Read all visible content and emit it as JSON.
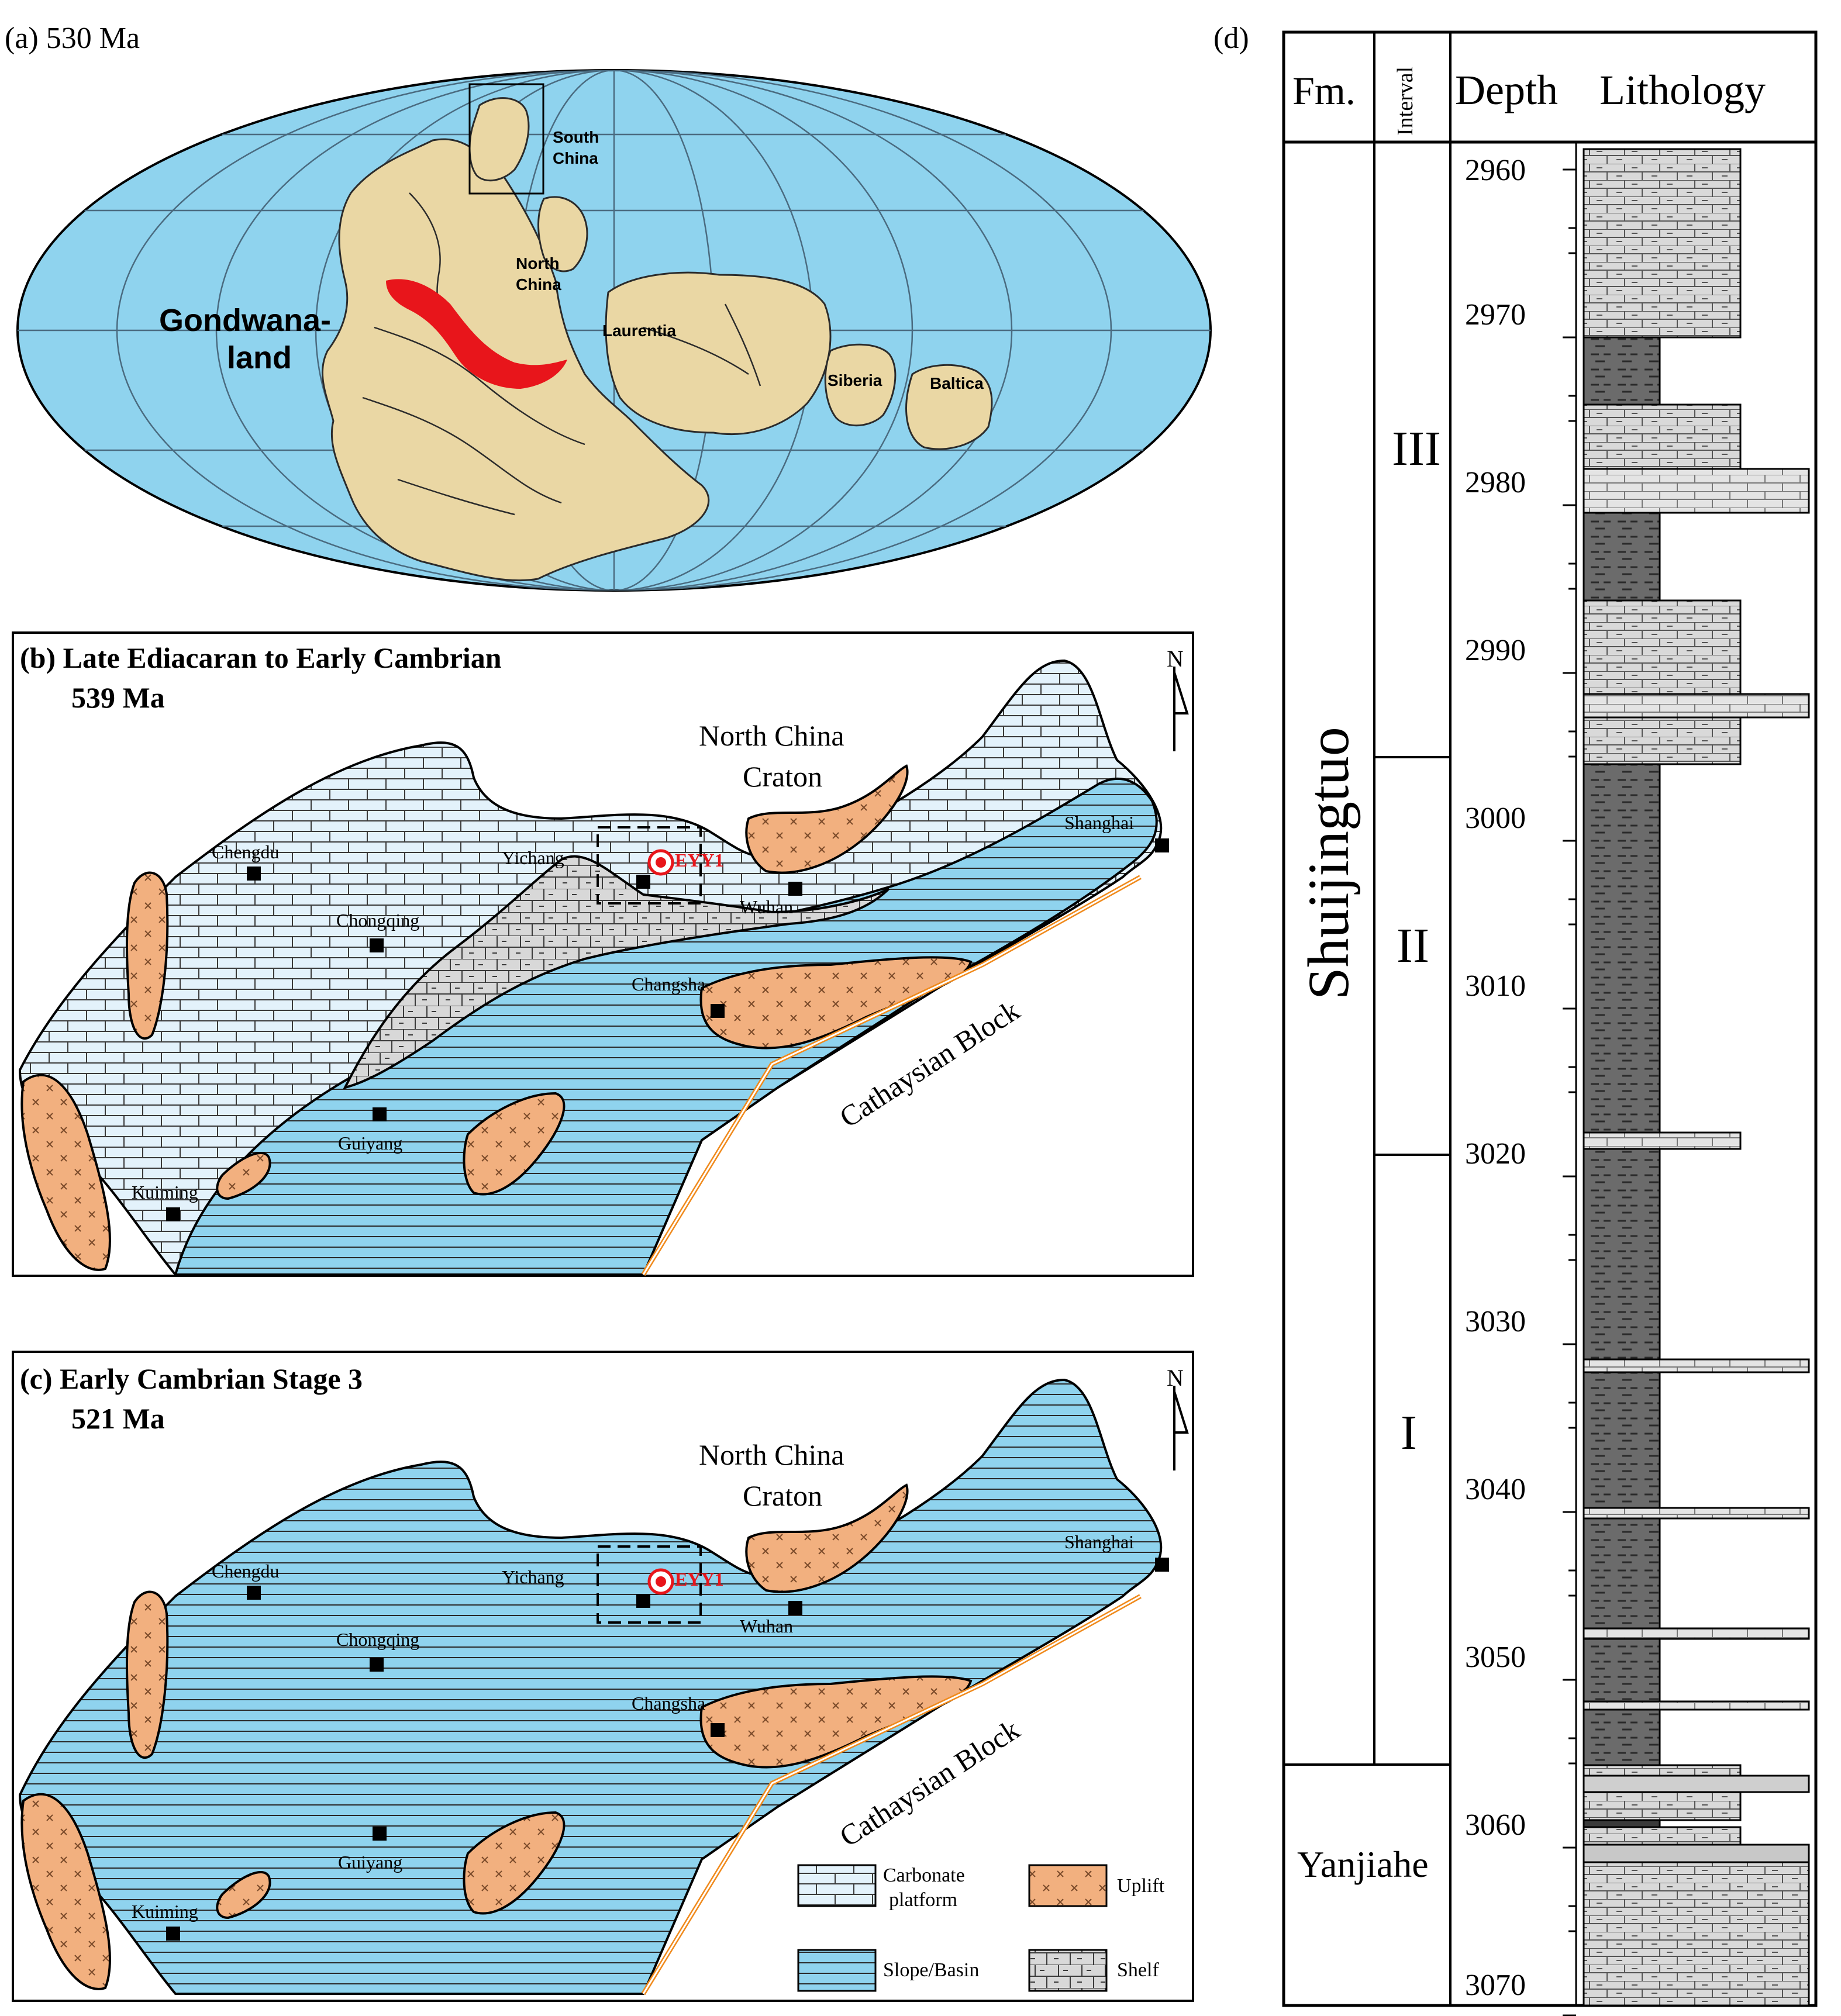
{
  "panel_a": {
    "label": "(a) 530 Ma",
    "continents": {
      "gondwana": "Gondwana-",
      "gondwana2": "land",
      "south_china": "South",
      "south_china2": "China",
      "north_china": "North",
      "north_china2": "China",
      "laurentia": "Laurentia",
      "siberia": "Siberia",
      "baltica": "Baltica"
    }
  },
  "panel_b": {
    "label": "(b) Late Ediacaran to Early Cambrian",
    "age": "539 Ma"
  },
  "panel_c": {
    "label": "(c) Early Cambrian Stage 3",
    "age": "521 Ma"
  },
  "map_labels": {
    "north": "N",
    "ncc1": "North China",
    "ncc2": "Craton",
    "cathaysian": "Cathaysian Block",
    "well": "EYY1",
    "cities": {
      "chengdu": "Chengdu",
      "chongqing": "Chongqing",
      "yichang": "Yichang",
      "wuhan": "Wuhan",
      "changsha": "Changsha",
      "shanghai": "Shanghai",
      "guiyang": "Guiyang",
      "kuiming": "Kuiming"
    }
  },
  "legend": {
    "carbonate1": "Carbonate",
    "carbonate2": "platform",
    "uplift": "Uplift",
    "slope": "Slope/Basin",
    "shelf": "Shelf"
  },
  "column": {
    "label": "(d)",
    "header_fm": "Fm.",
    "header_interval": "Interval",
    "header_depth": "Depth",
    "header_lithology": "Lithology",
    "fm_upper": "Shuijingtuo",
    "fm_lower": "Yanjiahe",
    "intervals": [
      "III",
      "II",
      "I"
    ],
    "depth_ticks": [
      "2960",
      "2970",
      "2980",
      "2990",
      "3000",
      "3010",
      "3020",
      "3030",
      "3040",
      "3050",
      "3060",
      "3070"
    ]
  },
  "colors": {
    "ocean": "#8fd3ee",
    "land": "#ead7a4",
    "platform": "#e3f2fb",
    "basin": "#8fd3ee",
    "uplift": "#f2b07f",
    "orogen_red": "#e8151b",
    "cathaysian_line": "#f08a1c",
    "well_red": "#e8151b"
  }
}
